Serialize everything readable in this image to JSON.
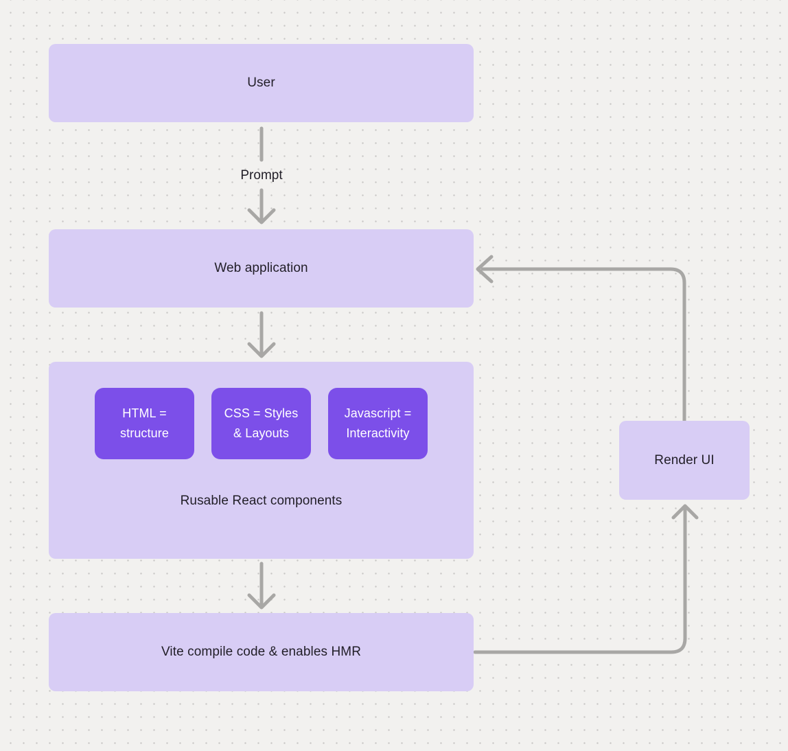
{
  "diagram": {
    "nodes": {
      "user": {
        "label": "User"
      },
      "web_application": {
        "label": "Web application"
      },
      "react_group": {
        "label": "Rusable React components",
        "tech_boxes": [
          {
            "label": "HTML =\nstructure"
          },
          {
            "label": "CSS = Styles\n& Layouts"
          },
          {
            "label": "Javascript =\nInteractivity"
          }
        ]
      },
      "vite": {
        "label": "Vite compile code & enables HMR"
      },
      "render_ui": {
        "label": "Render UI"
      }
    },
    "edge_labels": {
      "prompt": "Prompt"
    },
    "colors": {
      "background": "#f2f1ef",
      "grid_dot": "#c9c8c6",
      "node_fill": "#d8cdf5",
      "tech_fill": "#7c4fe9",
      "node_text": "#211e27",
      "tech_text": "#ffffff",
      "arrow": "#a8a7a5"
    }
  }
}
